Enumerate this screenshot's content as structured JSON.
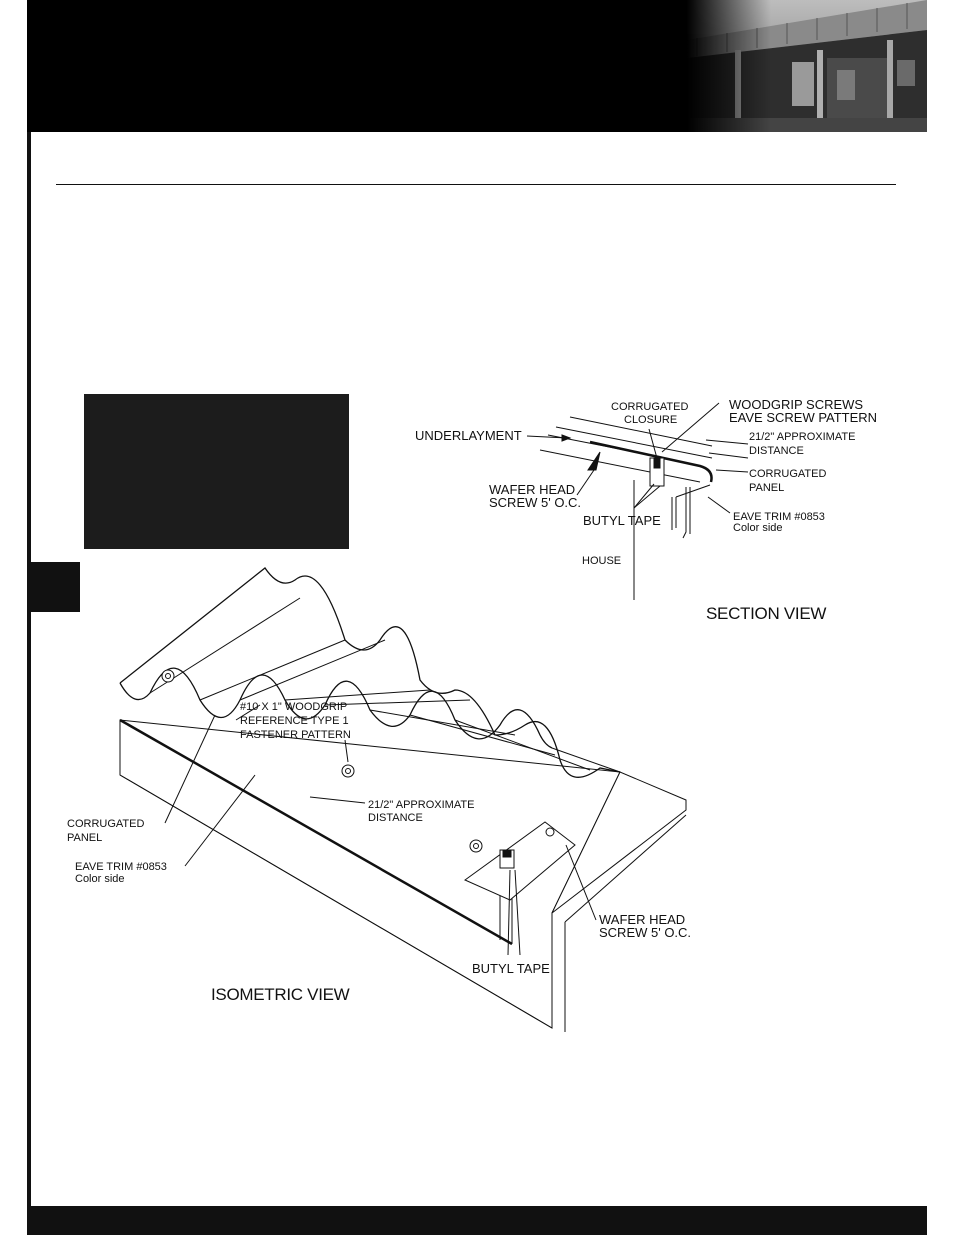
{
  "section_view": {
    "title": "SECTION VIEW",
    "corrugated_closure": [
      "CORRUGATED",
      "CLOSURE"
    ],
    "woodgrip_screws": [
      "WOODGRIP SCREWS",
      "EAVE SCREW PATTERN"
    ],
    "underlayment": "UNDERLAYMENT",
    "approx_distance": [
      "21/2\" APPROXIMATE",
      "DISTANCE"
    ],
    "corrugated_panel": [
      "CORRUGATED",
      "PANEL"
    ],
    "wafer_head": [
      "WAFER HEAD",
      "SCREW 5' O.C."
    ],
    "butyl_tape": "BUTYL TAPE",
    "eave_trim": [
      "EAVE TRIM #0853",
      "Color side"
    ],
    "house": "HOUSE"
  },
  "isometric_view": {
    "title": "ISOMETRIC VIEW",
    "woodgrip_note": [
      "#10 X 1\" WOODGRIP",
      "REFERENCE TYPE 1",
      "FASTENER PATTERN"
    ],
    "approx_distance": [
      "21/2\" APPROXIMATE",
      "DISTANCE"
    ],
    "corrugated_panel": [
      "CORRUGATED",
      "PANEL"
    ],
    "eave_trim": [
      "EAVE TRIM #0853",
      "Color side"
    ],
    "wafer_head": [
      "WAFER HEAD",
      "SCREW 5' O.C."
    ],
    "butyl_tape": "BUTYL TAPE"
  }
}
